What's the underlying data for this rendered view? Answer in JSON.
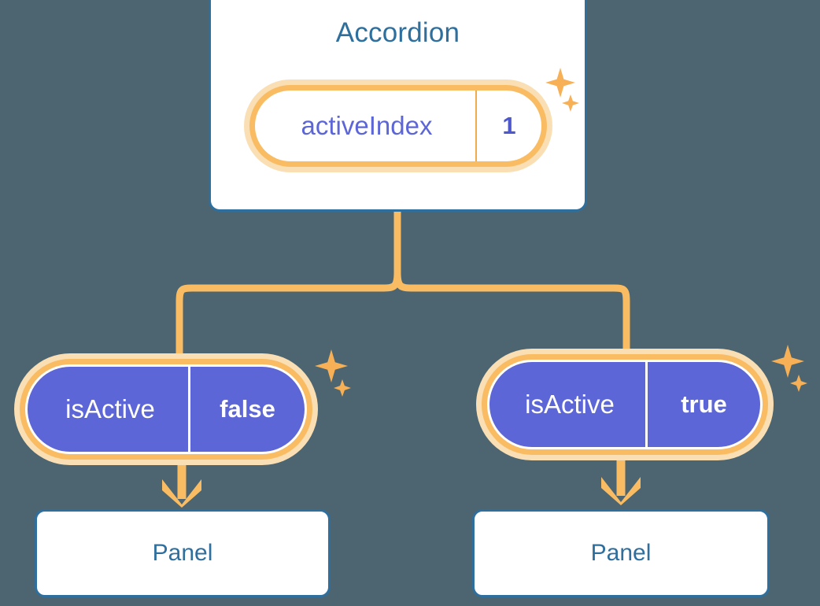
{
  "theme": {
    "background": "#4c6570",
    "card_border": "#2e6f9e",
    "card_text": "#2e6f9e",
    "pill_halo": "#fadfb4",
    "pill_ring": "#f9bc63",
    "pill_solid_fill": "#5d66d6",
    "pill_value_text": "#4d58cf",
    "connector": "#f9bc63",
    "sparkle": "#f7b055"
  },
  "diagram": {
    "title": "Accordion",
    "root": {
      "label": "Accordion",
      "state": {
        "key": "activeIndex",
        "value": "1"
      }
    },
    "children": [
      {
        "prop": {
          "key": "isActive",
          "value": "false"
        },
        "node": {
          "label": "Panel"
        }
      },
      {
        "prop": {
          "key": "isActive",
          "value": "true"
        },
        "node": {
          "label": "Panel"
        }
      }
    ],
    "icons": {
      "sparkle": "sparkle-icon"
    }
  }
}
